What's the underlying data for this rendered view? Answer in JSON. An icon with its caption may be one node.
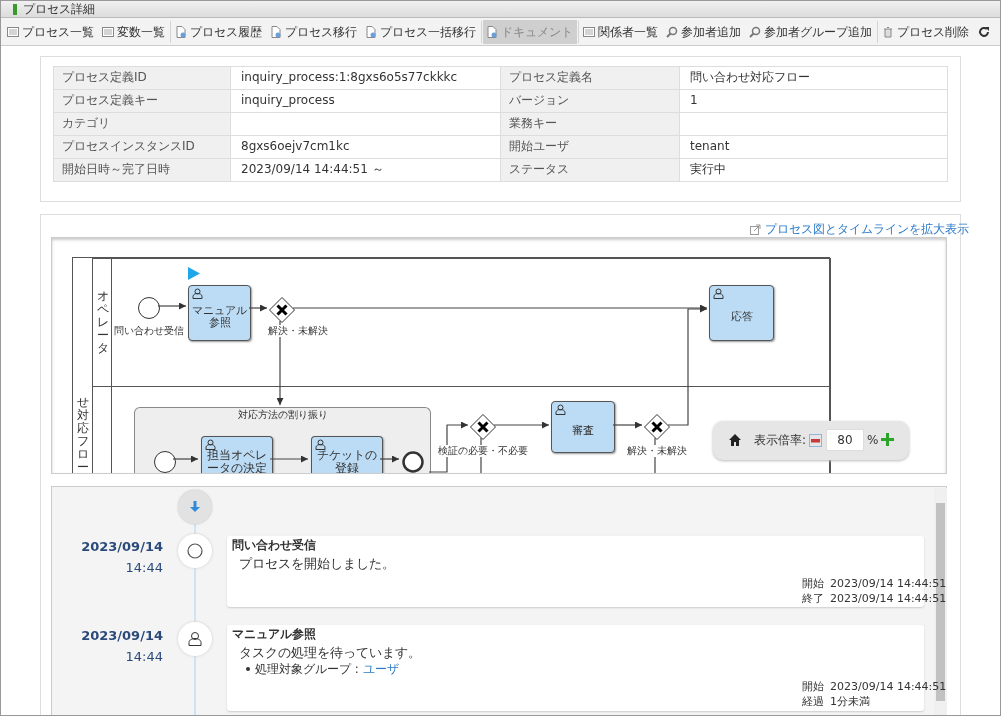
{
  "diagram": {
    "title": "プロセス詳細",
    "nodes": [
      {
        "text": [
          "せ対応フロー"
        ]
      },
      {
        "text": [
          "オペレータ"
        ],
        "in": 0
      },
      {
        "text": [],
        "shape": "box",
        "in": 0
      },
      {
        "text": [],
        "shape": "circle",
        "beside": [
          "問い合わせ受信"
        ],
        "in": 1
      },
      {
        "text": [
          "マニュアル参照"
        ],
        "in": 1
      },
      {
        "text": [],
        "shape": "diamond",
        "beside": [
          "解決・未解決"
        ],
        "in": 1
      },
      {
        "text": [
          "応答"
        ],
        "in": 1
      },
      {
        "text": [
          "対応方法の割り振り"
        ],
        "in": 2
      },
      {
        "text": [],
        "shape": "circle",
        "in": 7
      },
      {
        "text": [
          "担当オペレータの決定"
        ],
        "in": 7
      },
      {
        "text": [
          "チケットの登録"
        ],
        "in": 7
      },
      {
        "text": [],
        "shape": "circle",
        "in": 7
      },
      {
        "text": [],
        "shape": "diamond",
        "beside": [
          "検証の必要・不必要"
        ],
        "in": 2
      },
      {
        "text": [
          "審査"
        ],
        "in": 2
      },
      {
        "text": [],
        "shape": "diamond",
        "beside": [
          "解決・未解決"
        ],
        "in": 2
      },
      {
        "text": [
          "問い合わせ受信",
          "プロセスを開始しました。",
          "開始",
          "2023/09/14 14:44:51",
          "終了",
          "2023/09/14 14:44:51"
        ]
      },
      {
        "text": [
          "マニュアル参照",
          "タスクの処理を待っています。",
          "処理対象グループ :",
          "ユーザ",
          "開始",
          "2023/09/14 14:44:51",
          "経過",
          "1分未満"
        ]
      }
    ],
    "edges": [
      {
        "from": 3,
        "to": 4,
        "arrow": "to"
      },
      {
        "from": 4,
        "to": 5,
        "arrow": "to"
      },
      {
        "from": 5,
        "to": 6,
        "arrow": "to"
      },
      {
        "from": 5,
        "to": 7,
        "arrow": "to"
      },
      {
        "from": 8,
        "to": 9,
        "arrow": "to"
      },
      {
        "from": 9,
        "to": 10,
        "arrow": "to"
      },
      {
        "from": 10,
        "to": 11,
        "arrow": "to"
      },
      {
        "from": 7,
        "to": 12,
        "arrow": "to"
      },
      {
        "from": 12,
        "to": 13,
        "arrow": "to"
      },
      {
        "from": 13,
        "to": 14,
        "arrow": "to"
      },
      {
        "from": 14,
        "to": 6,
        "arrow": "to"
      },
      {
        "from": 12,
        "to": null,
        "arrow": "none"
      },
      {
        "from": 14,
        "to": null,
        "arrow": "none"
      }
    ],
    "labels": [
      "プロセス一覧",
      "変数一覧",
      "プロセス履歴",
      "プロセス移行",
      "プロセス一括移行",
      "ドキュメント",
      "関係者一覧",
      "参加者追加",
      "参加者グループ追加",
      "プロセス削除",
      "プロセス定義ID",
      "inquiry_process:1:8gxs6o5s77ckkkc",
      "プロセス定義名",
      "問い合わせ対応フロー",
      "プロセス定義キー",
      "inquiry_process",
      "バージョン",
      "1",
      "カテゴリ",
      "業務キー",
      "プロセスインスタンスID",
      "8gxs6oejv7cm1kc",
      "開始ユーザ",
      "tenant",
      "開始日時～完了日時",
      "2023/09/14 14:44:51 ～",
      "ステータス",
      "実行中",
      "プロセス図とタイムラインを拡大表示",
      "表示倍率:",
      "80",
      "%",
      "2023/09/14",
      "14:44",
      "2023/09/14",
      "14:44"
    ]
  }
}
